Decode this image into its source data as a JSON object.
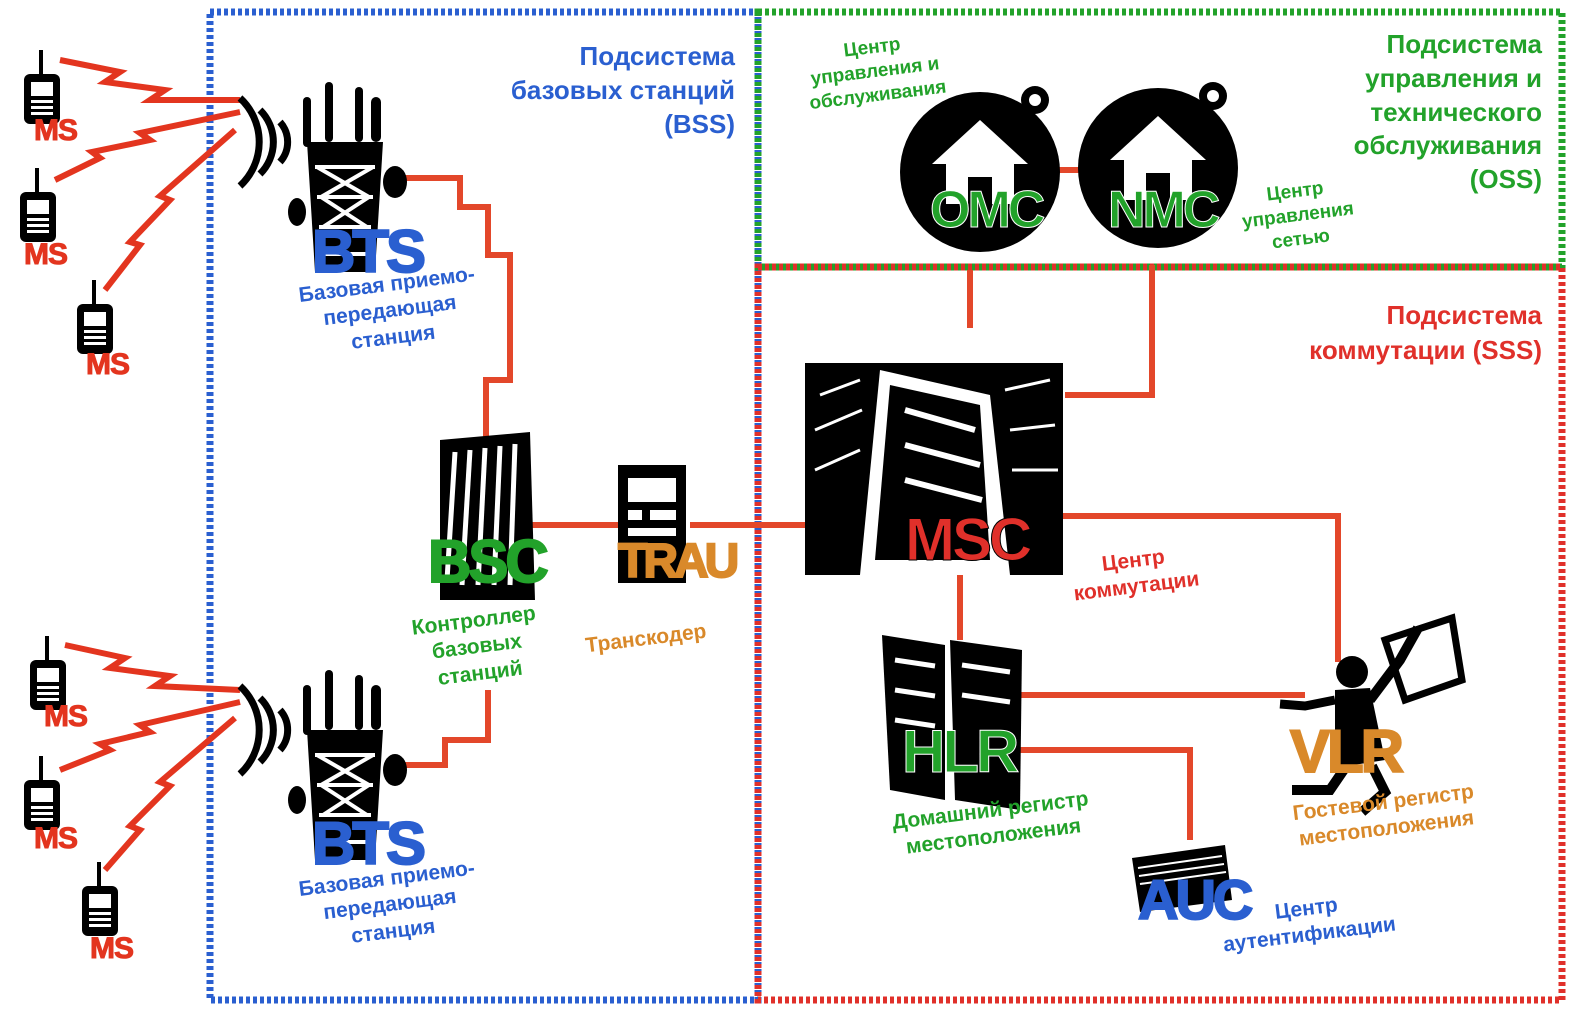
{
  "subsystems": {
    "bss": {
      "title_line1": "Подсистема",
      "title_line2": "базовых станций",
      "title_line3": "(BSS)",
      "color": "#2a5fd0"
    },
    "oss": {
      "title_line1": "Подсистема",
      "title_line2": "управления и",
      "title_line3": "технического",
      "title_line4": "обслуживания",
      "title_line5": "(OSS)",
      "color": "#22a22a"
    },
    "sss": {
      "title_line1": "Подсистема",
      "title_line2": "коммутации (SSS)",
      "color": "#e0302a"
    }
  },
  "nodes": {
    "ms": {
      "label": "MS",
      "color": "#e3351f"
    },
    "bts_top": {
      "label": "BTS",
      "caption_line1": "Базовая приемо-",
      "caption_line2": "передающая",
      "caption_line3": "станция"
    },
    "bts_bottom": {
      "label": "BTS",
      "caption_line1": "Базовая приемо-",
      "caption_line2": "передающая",
      "caption_line3": "станция"
    },
    "bsc": {
      "label": "BSC",
      "caption_line1": "Контроллер",
      "caption_line2": "базовых",
      "caption_line3": "станций"
    },
    "trau": {
      "label": "TRAU",
      "caption": "Транскодер"
    },
    "omc": {
      "label": "OMC",
      "caption_line1": "Центр",
      "caption_line2": "управления и",
      "caption_line3": "обслуживания"
    },
    "nmc": {
      "label": "NMC",
      "caption_line1": "Центр",
      "caption_line2": "управления",
      "caption_line3": "сетью"
    },
    "msc": {
      "label": "MSC",
      "caption_line1": "Центр",
      "caption_line2": "коммутации"
    },
    "hlr": {
      "label": "HLR",
      "caption_line1": "Домашний регистр",
      "caption_line2": "местоположения"
    },
    "vlr": {
      "label": "VLR",
      "caption_line1": "Гостевой регистр",
      "caption_line2": "местоположения"
    },
    "auc": {
      "label": "AUC",
      "caption_line1": "Центр",
      "caption_line2": "аутентификации"
    }
  },
  "colors": {
    "link": "#e3472a",
    "bss_border": "#2a5fd0",
    "oss_border": "#22a22a",
    "sss_border": "#e0302a"
  }
}
